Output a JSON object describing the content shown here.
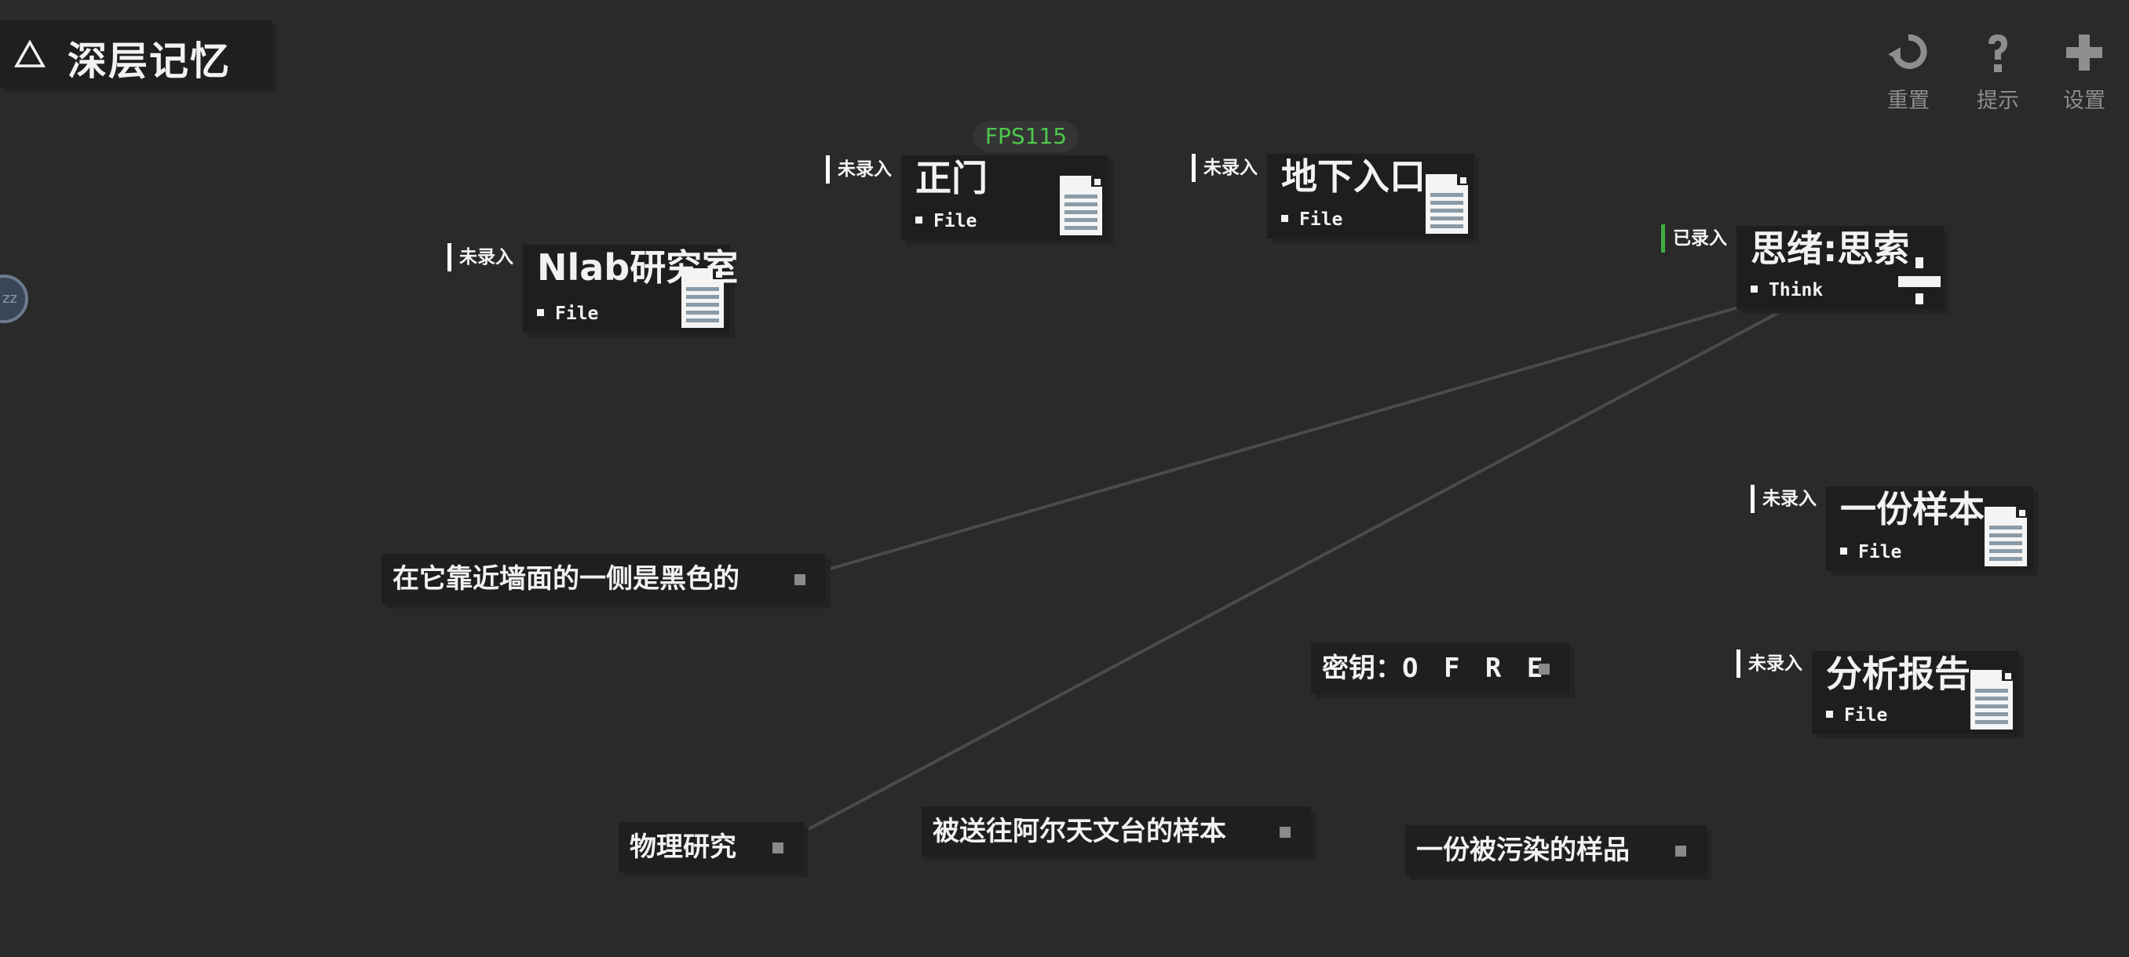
{
  "header": {
    "title": "深层记忆"
  },
  "toolbar": [
    {
      "label": "重置",
      "icon": "reset-icon"
    },
    {
      "label": "提示",
      "icon": "hint-icon"
    },
    {
      "label": "设置",
      "icon": "settings-icon"
    }
  ],
  "fps": "FPS115",
  "edge_avatar": {
    "text": "zz"
  },
  "nodes": [
    {
      "id": "nlab-lab",
      "tag": "未录入",
      "name": "Nlab研究室",
      "type": "File",
      "icon": "document-icon"
    },
    {
      "id": "front-door",
      "tag": "未录入",
      "name": "正门",
      "type": "File",
      "icon": "document-icon"
    },
    {
      "id": "underground-entrance",
      "tag": "未录入",
      "name": "地下入口",
      "type": "File",
      "icon": "document-icon"
    },
    {
      "id": "thought",
      "tag": "已录入",
      "name": "思绪:思索",
      "type": "Think",
      "icon": "divide-icon"
    },
    {
      "id": "sample",
      "tag": "未录入",
      "name": "一份样本",
      "type": "File",
      "icon": "document-icon"
    },
    {
      "id": "analysis-report",
      "tag": "未录入",
      "name": "分析报告",
      "type": "File",
      "icon": "document-icon"
    }
  ],
  "clues": [
    {
      "id": "wall-side",
      "text": "在它靠近墙面的一侧是黑色的"
    },
    {
      "id": "key",
      "prefix": "密钥：",
      "code": "O F R E"
    },
    {
      "id": "physics",
      "text": "物理研究"
    },
    {
      "id": "observatory",
      "text": "被送往阿尔天文台的样本"
    },
    {
      "id": "contaminated",
      "text": "一份被污染的样品"
    }
  ],
  "colors": {
    "background": "#2a2a2a",
    "node_bg": "#1e1e1e",
    "fps_text": "#4cc94c",
    "recorded_marker": "#3fae3f",
    "unrecorded_marker": "#ffffff",
    "link_line": "#4b4b4b"
  }
}
